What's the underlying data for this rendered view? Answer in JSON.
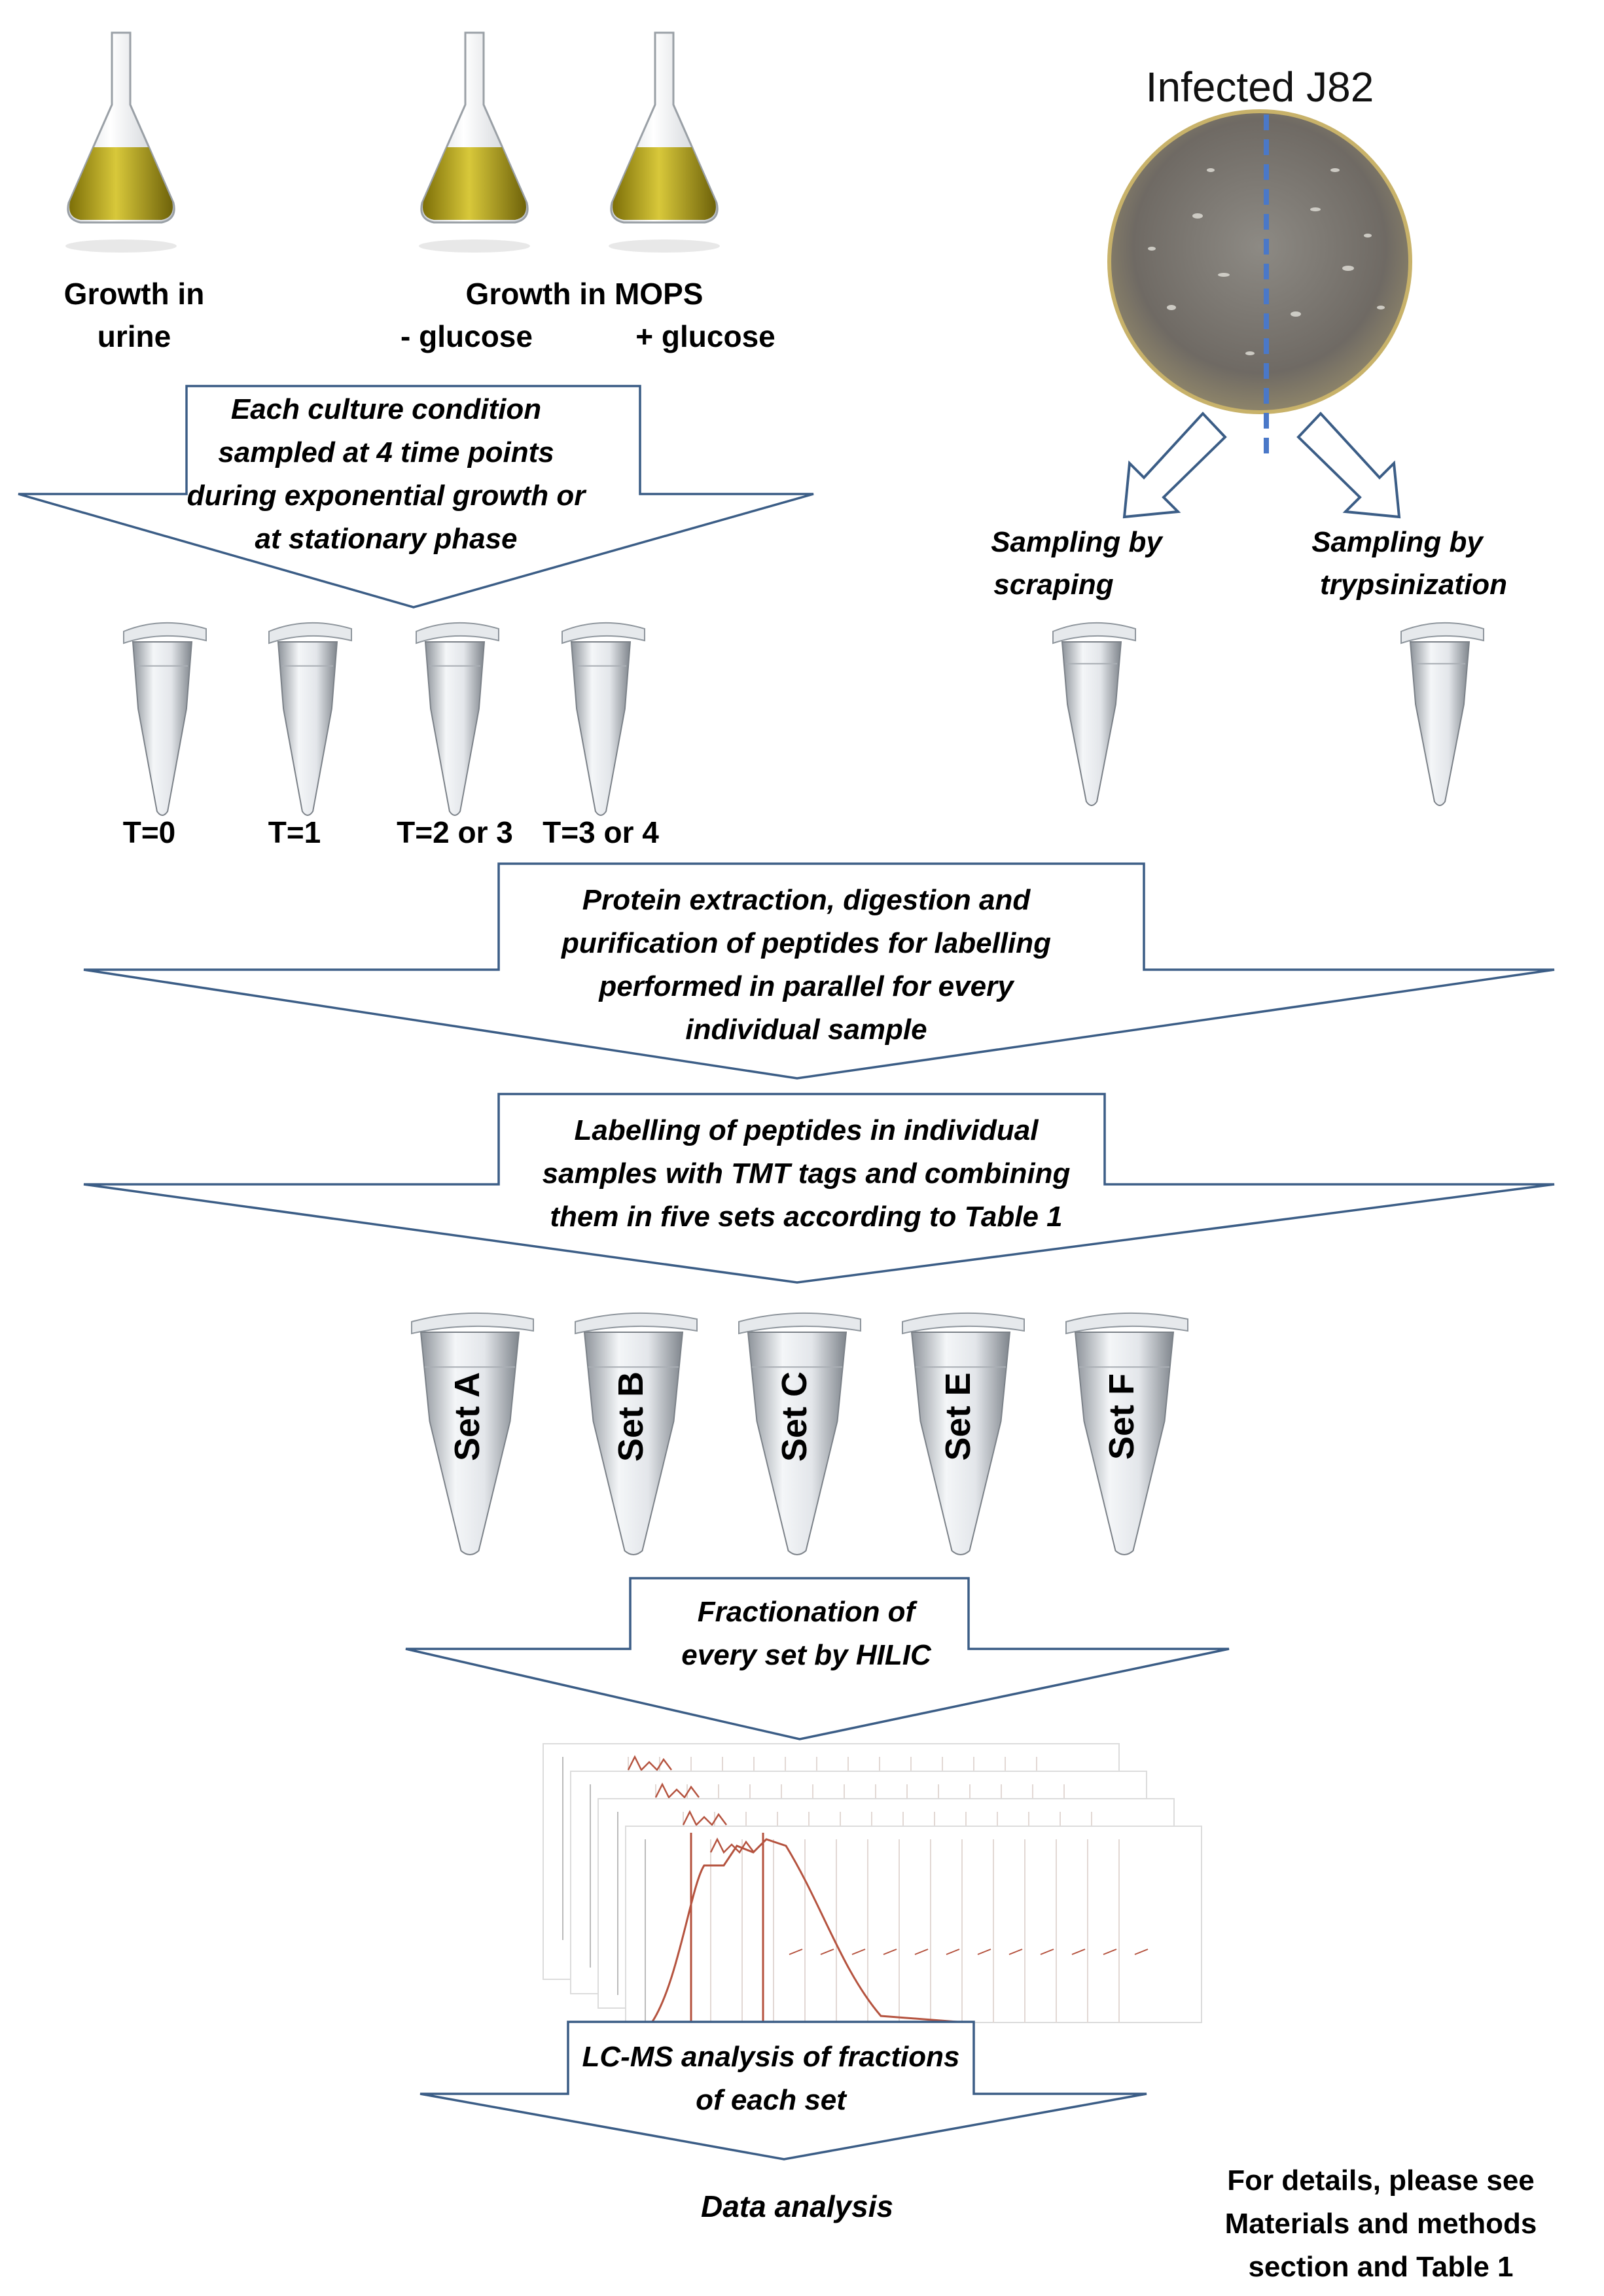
{
  "flasks": {
    "urine_label_1": "Growth in",
    "urine_label_2": "urine",
    "mops_label": "Growth in MOPS",
    "minus_glucose": "- glucose",
    "plus_glucose": "+ glucose"
  },
  "arrow1": {
    "lines": [
      "Each culture condition",
      "sampled at 4 time points",
      "during exponential growth or",
      "at stationary phase"
    ]
  },
  "time_tubes": [
    "T=0",
    "T=1",
    "T=2 or 3",
    "T=3 or 4"
  ],
  "infected": {
    "title": "Infected J82",
    "scraping": [
      "Sampling  by",
      "scraping"
    ],
    "trypsin": [
      "Sampling  by",
      "trypsinization"
    ]
  },
  "arrow2": {
    "lines": [
      "Protein extraction, digestion  and",
      "purification  of peptides for labelling",
      "performed in parallel for every",
      "individual  sample"
    ]
  },
  "arrow3": {
    "lines": [
      "Labelling of peptides in individual",
      "samples with TMT tags and combining",
      "them in five sets according to Table  1"
    ]
  },
  "sets": [
    "Set A",
    "Set B",
    "Set C",
    "Set E",
    "Set F"
  ],
  "arrow4": {
    "lines": [
      "Fractionation  of",
      "every set by HILIC"
    ]
  },
  "arrow5": {
    "lines": [
      "LC-MS analysis of fractions",
      "of each set"
    ]
  },
  "data_analysis": "Data analysis",
  "details": [
    "For details, please see",
    "Materials and methods",
    "section and Table 1"
  ],
  "colors": {
    "arrow_stroke": "#3b5d86",
    "liquid": "#b8a818",
    "dashed_line": "#4a78c8",
    "chromatogram": "#b5533f"
  }
}
